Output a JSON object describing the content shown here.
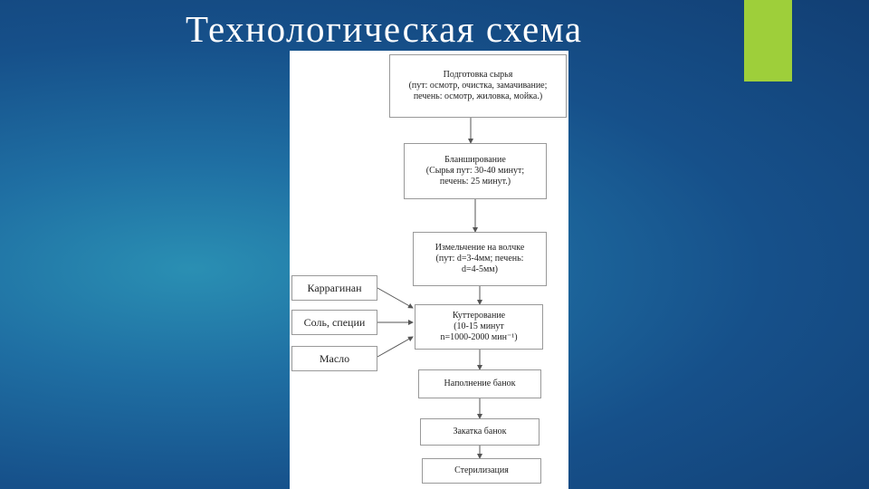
{
  "slide": {
    "title": "Технологическая схема",
    "accent_color": "#9ecf3a"
  },
  "scheme": {
    "steps": [
      {
        "label": "Подготовка сырья\n(пут: осмотр, очистка, замачивание;\nпечень: осмотр, жиловка, мойка.)"
      },
      {
        "label": "Бланширование\n(Сырья пут: 30-40 минут;\nпечень: 25 минут.)"
      },
      {
        "label": "Измельчение на волчке\n(пут: d=3-4мм; печень:\nd=4-5мм)"
      },
      {
        "label": "Куттерование\n(10-15 минут\nn=1000-2000 мин⁻¹)"
      },
      {
        "label": "Наполнение банок"
      },
      {
        "label": "Закатка банок"
      },
      {
        "label": "Стерилизация"
      }
    ],
    "additives": [
      {
        "label": "Каррагинан"
      },
      {
        "label": "Соль, специи"
      },
      {
        "label": "Масло"
      }
    ]
  }
}
